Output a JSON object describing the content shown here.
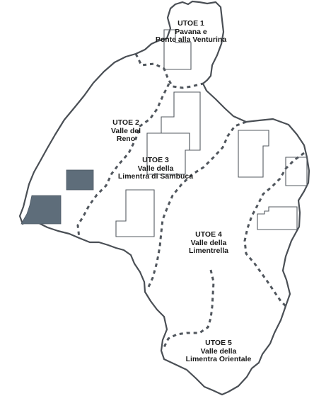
{
  "colors": {
    "boundary": "#4a4f55",
    "parcel_outline": "#555b62",
    "dashed_zone": "#50565d",
    "filled_parcel": "#5e6d7a",
    "background": "#ffffff"
  },
  "zones": [
    {
      "id": "utoe1",
      "lines": [
        "UTOE 1",
        "Pavana e",
        "Ponte alla Venturina"
      ]
    },
    {
      "id": "utoe2",
      "lines": [
        "UTOE 2",
        "Valle del",
        "Reno"
      ]
    },
    {
      "id": "utoe3",
      "lines": [
        "UTOE 3",
        "Valle della",
        "Limentra di Sambuca"
      ]
    },
    {
      "id": "utoe4",
      "lines": [
        "UTOE 4",
        "Valle della",
        "Limentrella"
      ]
    },
    {
      "id": "utoe5",
      "lines": [
        "UTOE 5",
        "Valle della",
        "Limentra Orientale"
      ]
    }
  ]
}
